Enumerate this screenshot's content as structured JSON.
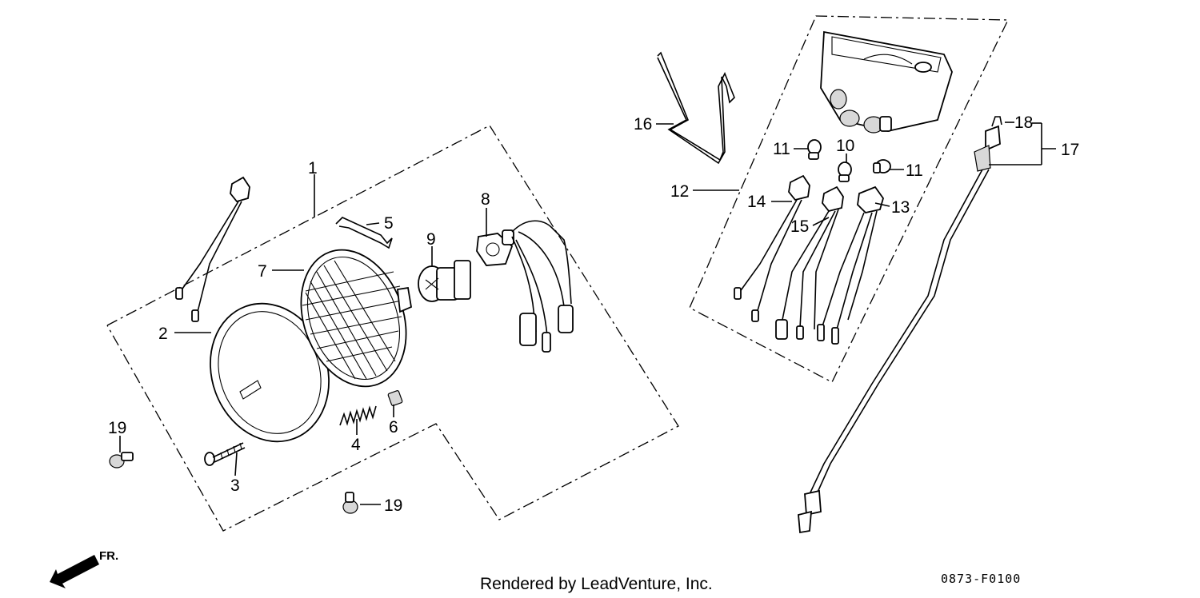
{
  "diagram": {
    "callouts": {
      "c1": "1",
      "c2": "2",
      "c3": "3",
      "c4": "4",
      "c5": "5",
      "c6": "6",
      "c7": "7",
      "c8": "8",
      "c9": "9",
      "c10": "10",
      "c11a": "11",
      "c11b": "11",
      "c12": "12",
      "c13": "13",
      "c14": "14",
      "c15": "15",
      "c16": "16",
      "c17": "17",
      "c18": "18",
      "c19a": "19",
      "c19b": "19"
    },
    "direction_label": "FR.",
    "credit": "Rendered by LeadVenture, Inc.",
    "figure_code": "0873-F0100"
  }
}
